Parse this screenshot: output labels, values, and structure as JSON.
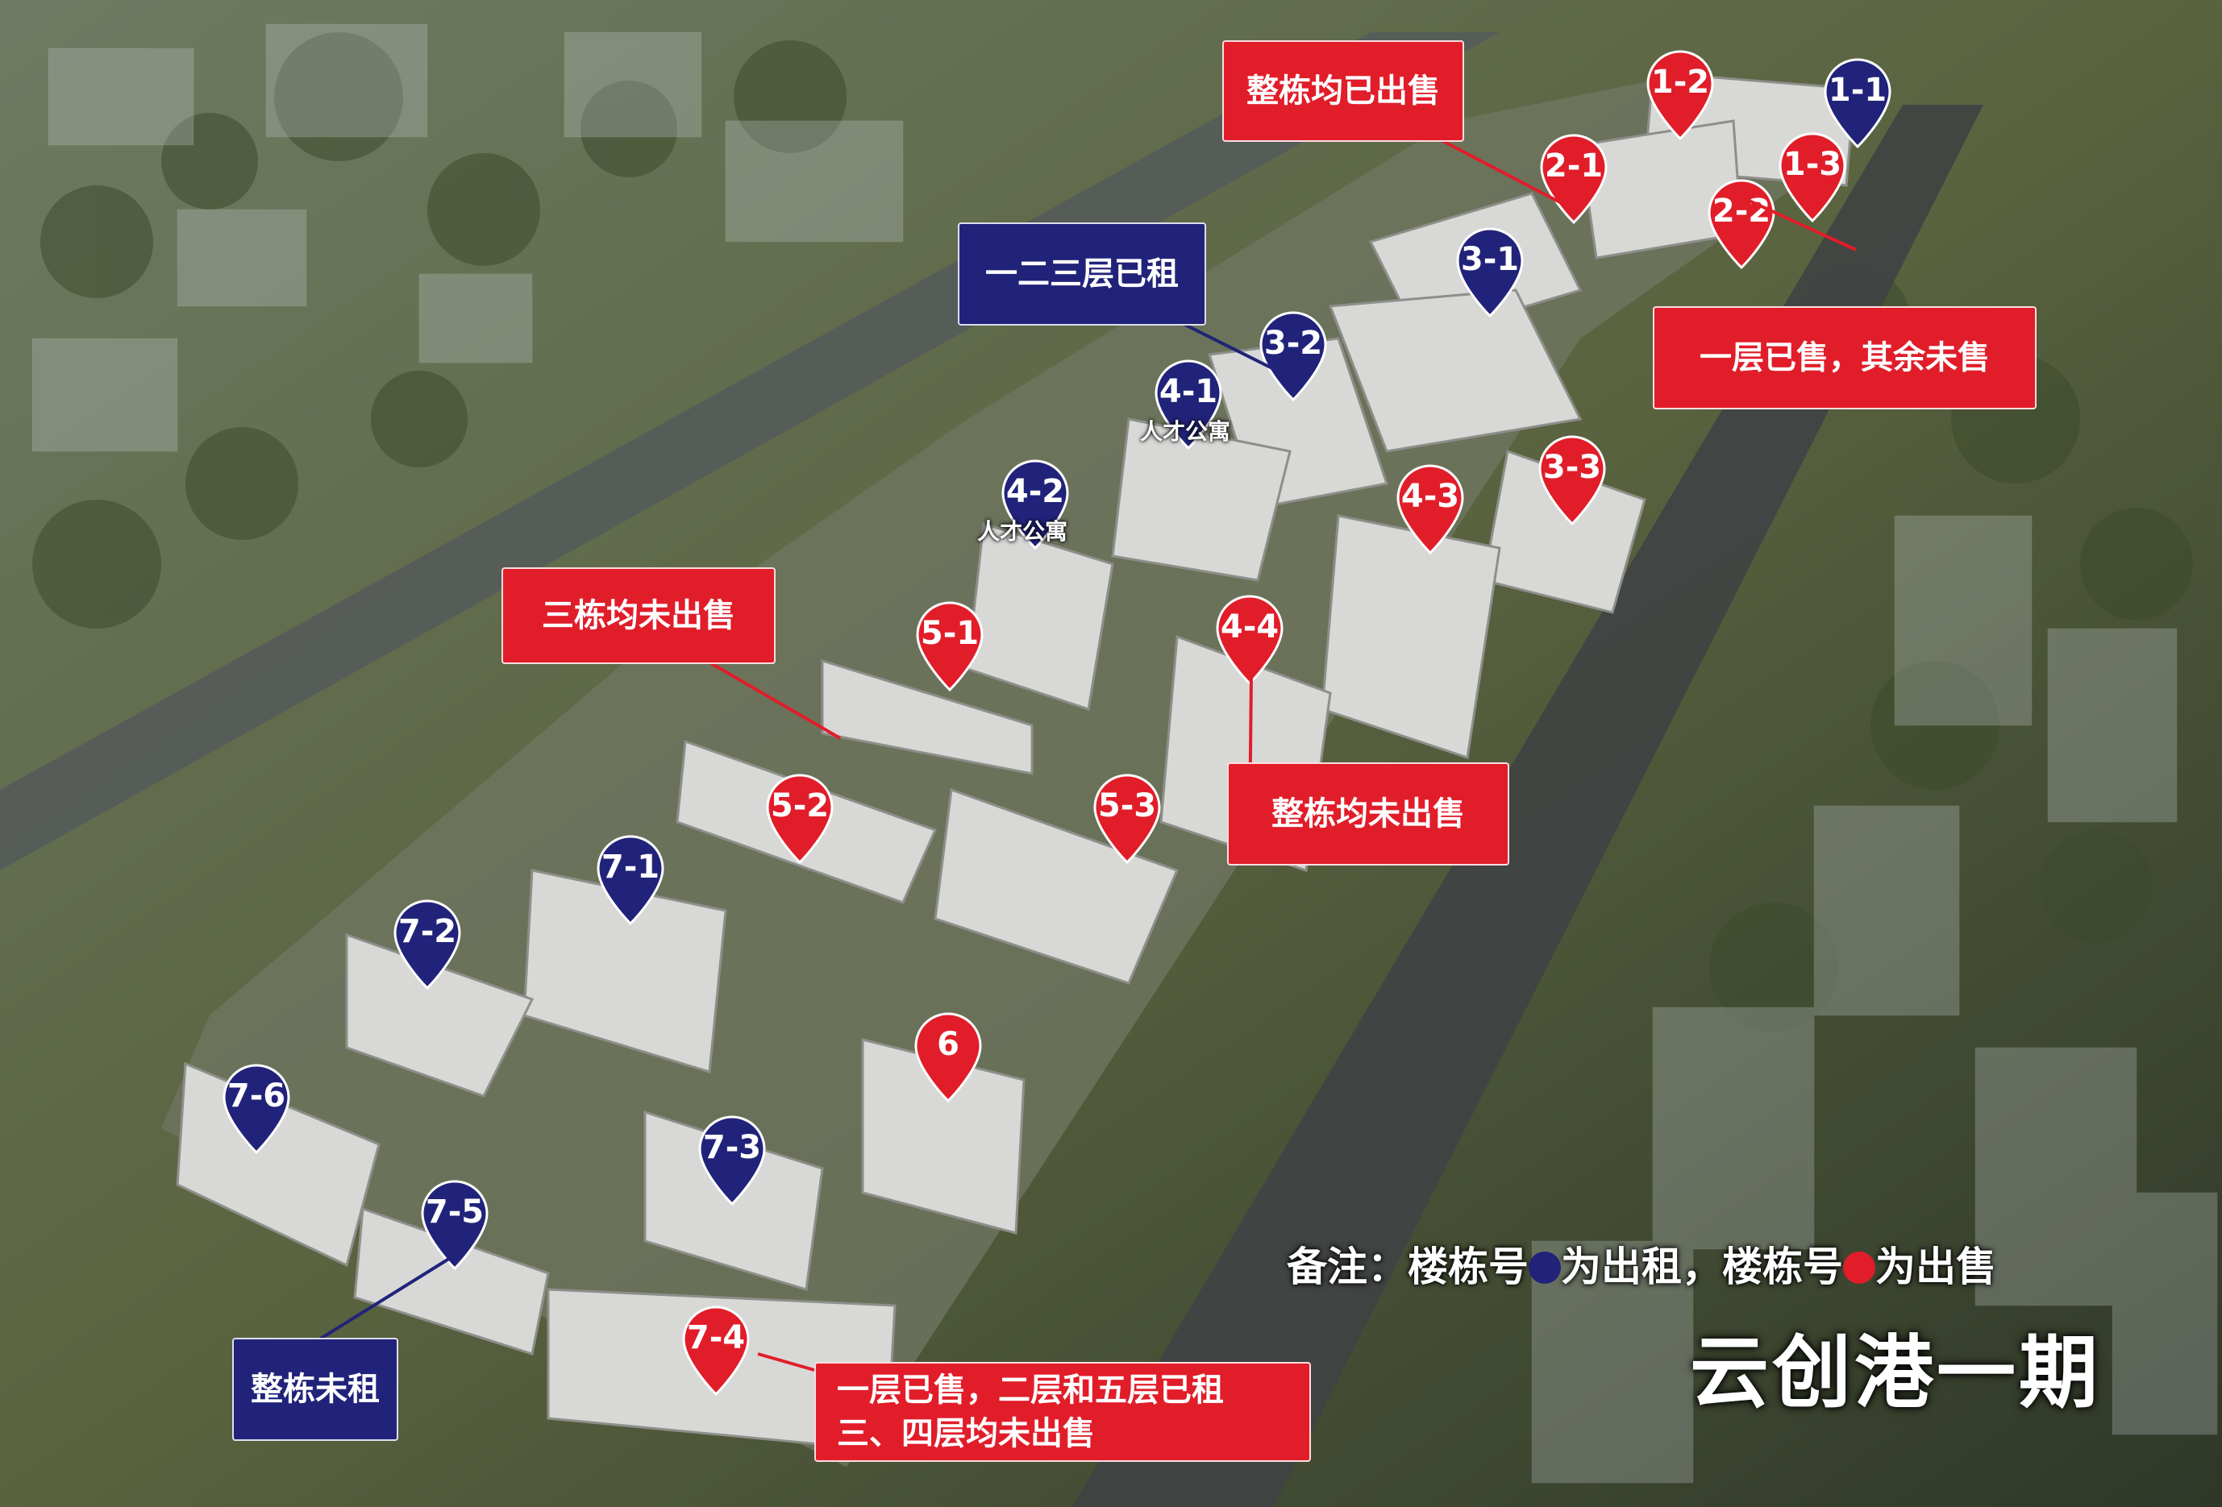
{
  "colors": {
    "sale": "#e11d2a",
    "rent": "#21237a",
    "label_text": "#ffffff"
  },
  "pins": [
    {
      "id": "1-1",
      "status": "rent"
    },
    {
      "id": "1-2",
      "status": "sale"
    },
    {
      "id": "1-3",
      "status": "sale"
    },
    {
      "id": "2-1",
      "status": "sale"
    },
    {
      "id": "2-2",
      "status": "sale"
    },
    {
      "id": "3-1",
      "status": "rent"
    },
    {
      "id": "3-2",
      "status": "rent"
    },
    {
      "id": "3-3",
      "status": "sale"
    },
    {
      "id": "4-1",
      "status": "rent",
      "sub": "人才公寓"
    },
    {
      "id": "4-2",
      "status": "rent",
      "sub": "人才公寓"
    },
    {
      "id": "4-3",
      "status": "sale"
    },
    {
      "id": "4-4",
      "status": "sale"
    },
    {
      "id": "5-1",
      "status": "sale"
    },
    {
      "id": "5-2",
      "status": "sale"
    },
    {
      "id": "5-3",
      "status": "sale"
    },
    {
      "id": "6",
      "status": "sale"
    },
    {
      "id": "7-1",
      "status": "rent"
    },
    {
      "id": "7-2",
      "status": "rent"
    },
    {
      "id": "7-3",
      "status": "rent"
    },
    {
      "id": "7-4",
      "status": "sale"
    },
    {
      "id": "7-5",
      "status": "rent"
    },
    {
      "id": "7-6",
      "status": "rent"
    }
  ],
  "callouts": {
    "sold_all": "整栋均已出售",
    "floors_123_rented": "一二三层已租",
    "first_floor_sold": "一层已售，其余未售",
    "three_unsold": "三栋均未出售",
    "whole_unsold": "整栋均未出售",
    "whole_unrented": "整栋未租",
    "b74_line1": "一层已售，二层和五层已租",
    "b74_line2": "三、四层均未出售"
  },
  "legend": {
    "prefix": "备注：楼栋号",
    "rent_text": "为出租，楼栋号",
    "sale_text": "为出售"
  },
  "project_title": "云创港一期"
}
